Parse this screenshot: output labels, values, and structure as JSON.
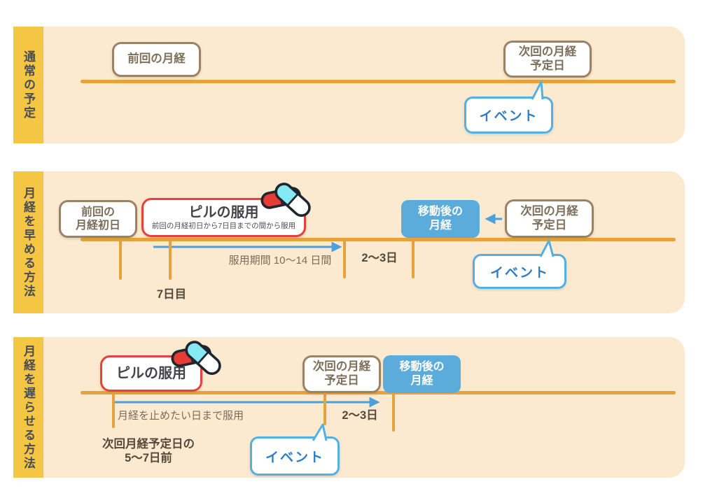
{
  "colors": {
    "bar_yellow": "#f5c544",
    "panel_cream": "#fbead0",
    "timeline_orange": "#e7a33b",
    "accent_red": "#e8413c",
    "accent_blue": "#5bacdb",
    "bubble_border_blue": "#55b0e2",
    "bubble_text_blue": "#2e7ec6",
    "box_border_brown": "#9b8265",
    "box_text_brown": "#7d6e5a",
    "dark_text_brown": "#55483a",
    "side_label_text": "#474d57",
    "pill_red": "#e63c36",
    "pill_cyan": "#84e9f2"
  },
  "icons": {
    "pill_capsules": "pill-capsules-icon"
  },
  "panel_normal": {
    "side_label": "通常の予定",
    "prev_period": "前回の月経",
    "next_period": "次回の月経\n予定日",
    "event": "イベント"
  },
  "panel_advance": {
    "side_label": "月経を早める方法",
    "first_day": "前回の\n月経初日",
    "pill_title": "ピルの服用",
    "pill_subtitle": "前回の月経初日から7日目までの間から服用",
    "day7": "7日目",
    "duration": "服用期間 10～14 日間",
    "shift_days": "2～3日",
    "moved_period": "移動後の\n月経",
    "next_period": "次回の月経\n予定日",
    "event": "イベント"
  },
  "panel_delay": {
    "side_label": "月経を遅らせる方法",
    "pill_title": "ピルの服用",
    "take_until": "月経を止めたい日まで服用",
    "start_window": "次回月経予定日の\n5～7日前",
    "shift_days": "2～3日",
    "next_period": "次回の月経\n予定日",
    "moved_period": "移動後の\n月経",
    "event": "イベント"
  }
}
